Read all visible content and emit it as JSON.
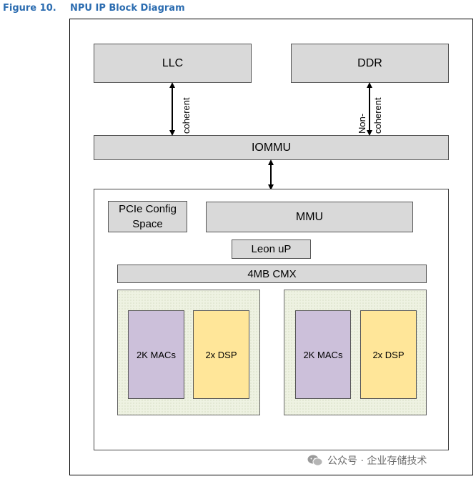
{
  "figure": {
    "number": "Figure 10.",
    "title": "NPU IP Block Diagram"
  },
  "blocks": {
    "llc": "LLC",
    "ddr": "DDR",
    "iommu": "IOMMU",
    "pcie_line1": "PCIe Config",
    "pcie_line2": "Space",
    "mmu": "MMU",
    "leon": "Leon uP",
    "cmx": "4MB CMX",
    "tile_left": {
      "mac": "2K MACs",
      "dsp": "2x DSP"
    },
    "tile_right": {
      "mac": "2K MACs",
      "dsp": "2x DSP"
    }
  },
  "links": {
    "llc_label": "coherent",
    "ddr_label_line1": "Non-",
    "ddr_label_line2": "coherent"
  },
  "watermark": "公众号 · 企业存储技术",
  "colors": {
    "caption": "#2b6cb0",
    "block_gray": "#d9d9d9",
    "mac_purple": "#ccc0da",
    "dsp_yellow": "#ffe699",
    "tile_green": "#eef2e2"
  }
}
